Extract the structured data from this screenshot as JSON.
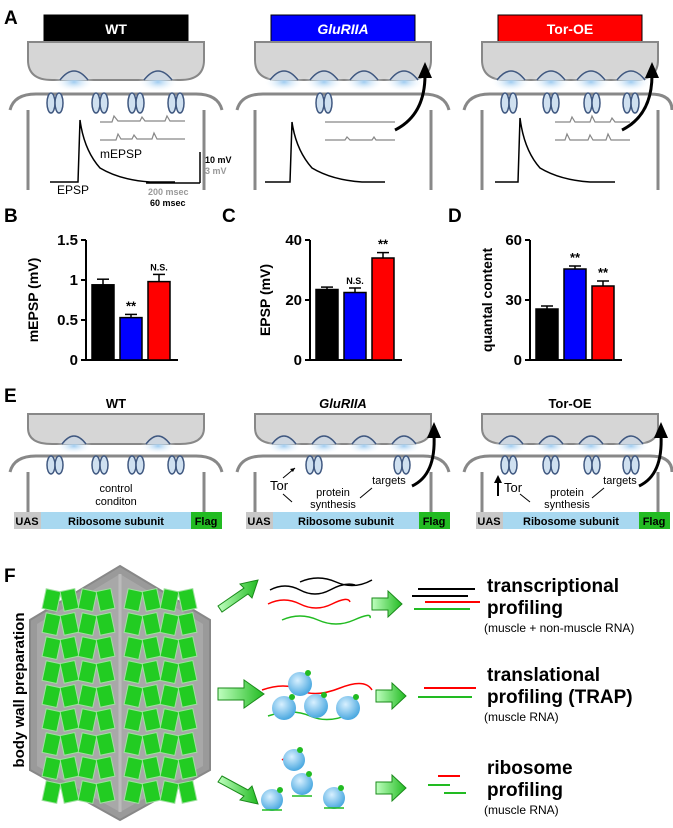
{
  "panels": {
    "A": "A",
    "B": "B",
    "C": "C",
    "D": "D",
    "E": "E",
    "F": "F"
  },
  "conditions": {
    "wt": "WT",
    "gluriia": "GluRIIA",
    "toroe": "Tor-OE"
  },
  "colors": {
    "wt": "#000000",
    "gluriia": "#0000ff",
    "toroe": "#ff0000",
    "flag": "#22bb22",
    "ribosome_bar": "#a8d8f0",
    "uas": "#c8c8c8",
    "muscle": "#22cc22"
  },
  "panelA": {
    "mepsp_label": "mEPSP",
    "epsp_label": "EPSP",
    "scale_10mv": "10 mV",
    "scale_3mv": "3 mV",
    "scale_200ms": "200 msec",
    "scale_60ms": "60 msec"
  },
  "chart_data": [
    {
      "type": "bar",
      "categories": [
        "WT",
        "GluRIIA",
        "Tor-OE"
      ],
      "values": [
        0.94,
        0.53,
        0.98
      ],
      "errors": [
        0.07,
        0.04,
        0.09
      ],
      "ylabel": "mEPSP (mV)",
      "ylim": [
        0,
        1.5
      ],
      "yticks": [
        "0",
        "0.5",
        "1",
        "1.5"
      ],
      "annotations": [
        "",
        "**",
        "N.S."
      ]
    },
    {
      "type": "bar",
      "categories": [
        "WT",
        "GluRIIA",
        "Tor-OE"
      ],
      "values": [
        23.5,
        22.5,
        34
      ],
      "errors": [
        0.8,
        1.5,
        1.8
      ],
      "ylabel": "EPSP (mV)",
      "ylim": [
        0,
        40
      ],
      "yticks": [
        "0",
        "20",
        "40"
      ],
      "annotations": [
        "",
        "N.S.",
        "**"
      ]
    },
    {
      "type": "bar",
      "categories": [
        "WT",
        "GluRIIA",
        "Tor-OE"
      ],
      "values": [
        25.5,
        45.5,
        37
      ],
      "errors": [
        1.5,
        1.5,
        2.5
      ],
      "ylabel": "quantal content",
      "ylim": [
        0,
        60
      ],
      "yticks": [
        "0",
        "30",
        "60"
      ],
      "annotations": [
        "",
        "**",
        "**"
      ]
    }
  ],
  "panelE": {
    "control_line1": "control",
    "control_line2": "conditon",
    "tor": "Tor",
    "protein": "protein",
    "synthesis": "synthesis",
    "targets": "targets",
    "uas": "UAS",
    "ribosome": "Ribosome  subunit",
    "flag": "Flag"
  },
  "panelF": {
    "body_wall": "body wall preparation",
    "transcriptional": "transcriptional",
    "profiling": "profiling",
    "muscle_nonmuscle": "(muscle + non-muscle RNA)",
    "translational": "translational",
    "trap": "profiling (TRAP)",
    "muscle_rna": "(muscle RNA)",
    "ribosome": "ribosome",
    "ribo_profiling": "profiling",
    "muscle_rna2": "(muscle RNA)"
  }
}
